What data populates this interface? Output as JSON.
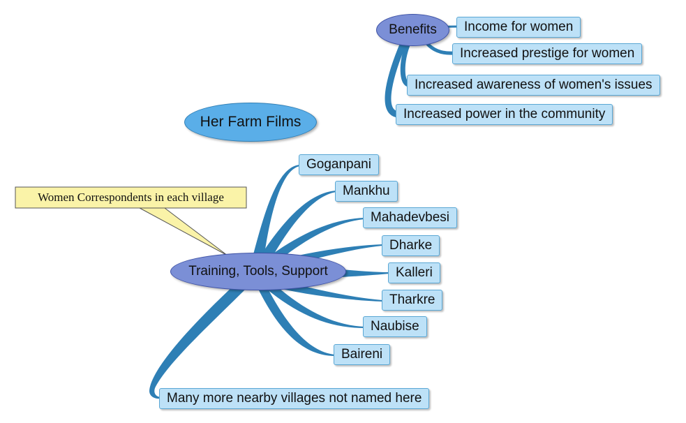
{
  "title": "Her Farm Films",
  "hubs": {
    "benefits": "Benefits",
    "training": "Training, Tools, Support"
  },
  "benefits": [
    "Income for women",
    "Increased prestige for women",
    "Increased awareness of women's issues",
    "Increased power in the community"
  ],
  "villages": [
    "Goganpani",
    "Mankhu",
    "Mahadevbesi",
    "Dharke",
    "Kalleri",
    "Tharkre",
    "Naubise",
    "Baireni"
  ],
  "more_villages": "Many more nearby villages not named here",
  "callout": "Women Correspondents in each village",
  "colors": {
    "branch": "#2e7fb5",
    "node_fill": "#bde1f7",
    "node_border": "#5aa7d4",
    "hub_fill": "#7b8fd6",
    "main_fill": "#5aaee8",
    "callout_fill": "#faf3a8"
  }
}
